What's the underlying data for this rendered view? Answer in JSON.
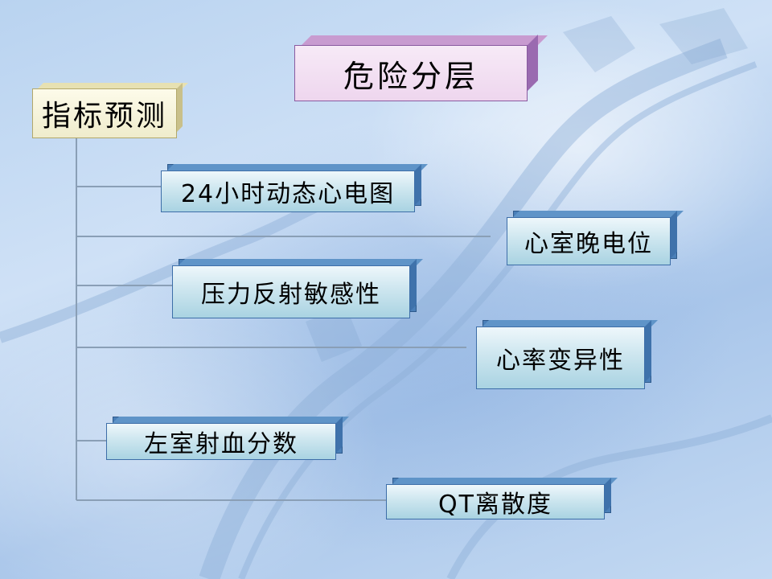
{
  "title": "危险分层",
  "root": "指标预测",
  "items": [
    "24小时动态心电图",
    "心室晚电位",
    "压力反射敏感性",
    "心率变异性",
    "左室射血分数",
    "QT离散度"
  ],
  "colors": {
    "connector": "#8a9fb6",
    "node_face": "#cde6ef",
    "node_edge": "#4a7fb8",
    "title_face": "#f1dcf1",
    "root_face": "#f7f3d6"
  }
}
